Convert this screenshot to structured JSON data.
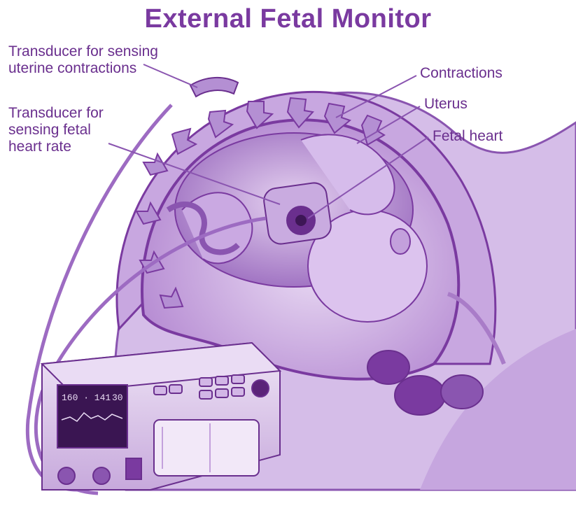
{
  "title": "External Fetal Monitor",
  "labels": {
    "uterine_transducer": "Transducer for sensing\nuterine contractions",
    "fhr_transducer": "Transducer for\nsensing fetal\nheart rate",
    "contractions": "Contractions",
    "uterus": "Uterus",
    "fetal_heart": "Fetal heart"
  },
  "monitor": {
    "screen_readout": "160 · 141",
    "screen_value_right": "30"
  },
  "colors": {
    "primary_purple": "#7a3aa0",
    "light_purple": "#d9c2ea",
    "mid_purple": "#a97cc8",
    "dark_purple": "#5a2378"
  }
}
